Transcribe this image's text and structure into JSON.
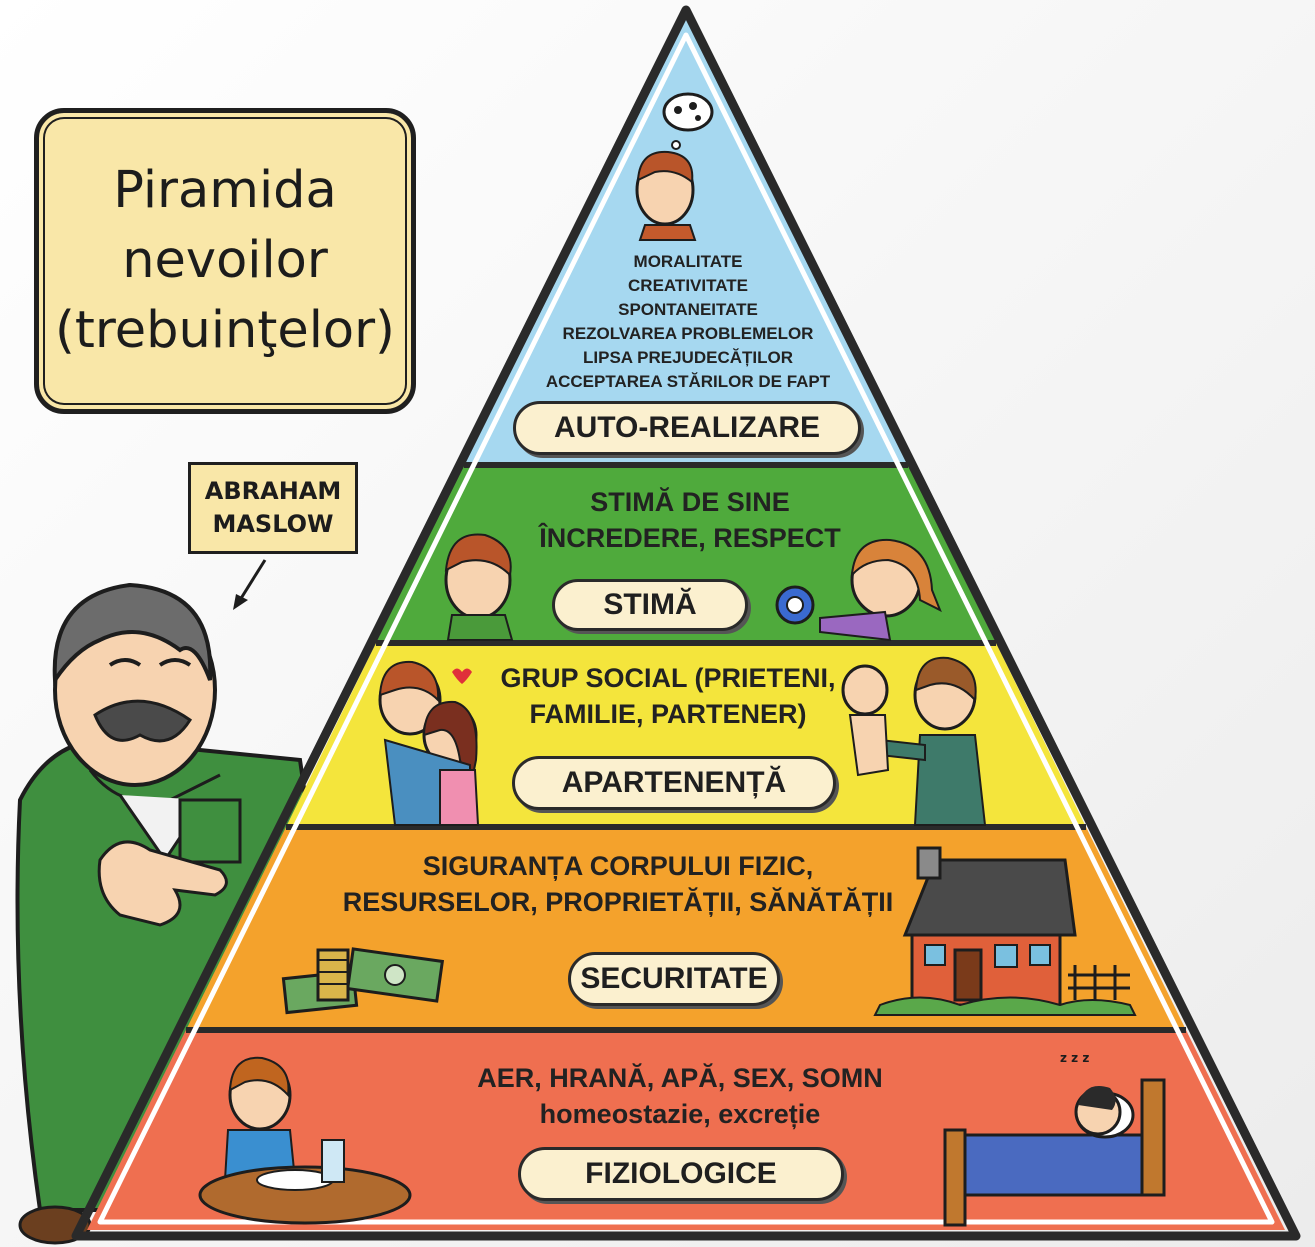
{
  "title": {
    "lines": [
      "Piramida",
      "nevoilor",
      "(trebuinţelor)"
    ]
  },
  "author": {
    "lines": [
      "ABRAHAM",
      "MASLOW"
    ]
  },
  "levels": [
    {
      "label": "AUTO-REALIZARE",
      "color": "#a6d8f0",
      "items": [
        "MORALITATE",
        "CREATIVITATE",
        "SPONTANEITATE",
        "REZOLVAREA PROBLEMELOR",
        "LIPSA PREJUDECĂȚILOR",
        "ACCEPTAREA STĂRILOR DE FAPT"
      ]
    },
    {
      "label": "STIMĂ",
      "color": "#4faa3c",
      "items": [
        "STIMĂ DE SINE",
        "ÎNCREDERE, RESPECT"
      ]
    },
    {
      "label": "APARTENENȚĂ",
      "color": "#f4e53c",
      "items": [
        "GRUP SOCIAL (PRIETENI,",
        "FAMILIE, PARTENER)"
      ]
    },
    {
      "label": "SECURITATE",
      "color": "#f4a22c",
      "items": [
        "SIGURANȚA CORPULUI FIZIC,",
        "RESURSELOR, PROPRIETĂȚII, SĂNĂTĂȚII"
      ]
    },
    {
      "label": "FIZIOLOGICE",
      "color": "#ef6f50",
      "items": [
        "AER, HRANĂ, APĂ, SEX, SOMN",
        "homeostazie, excreție"
      ]
    }
  ]
}
